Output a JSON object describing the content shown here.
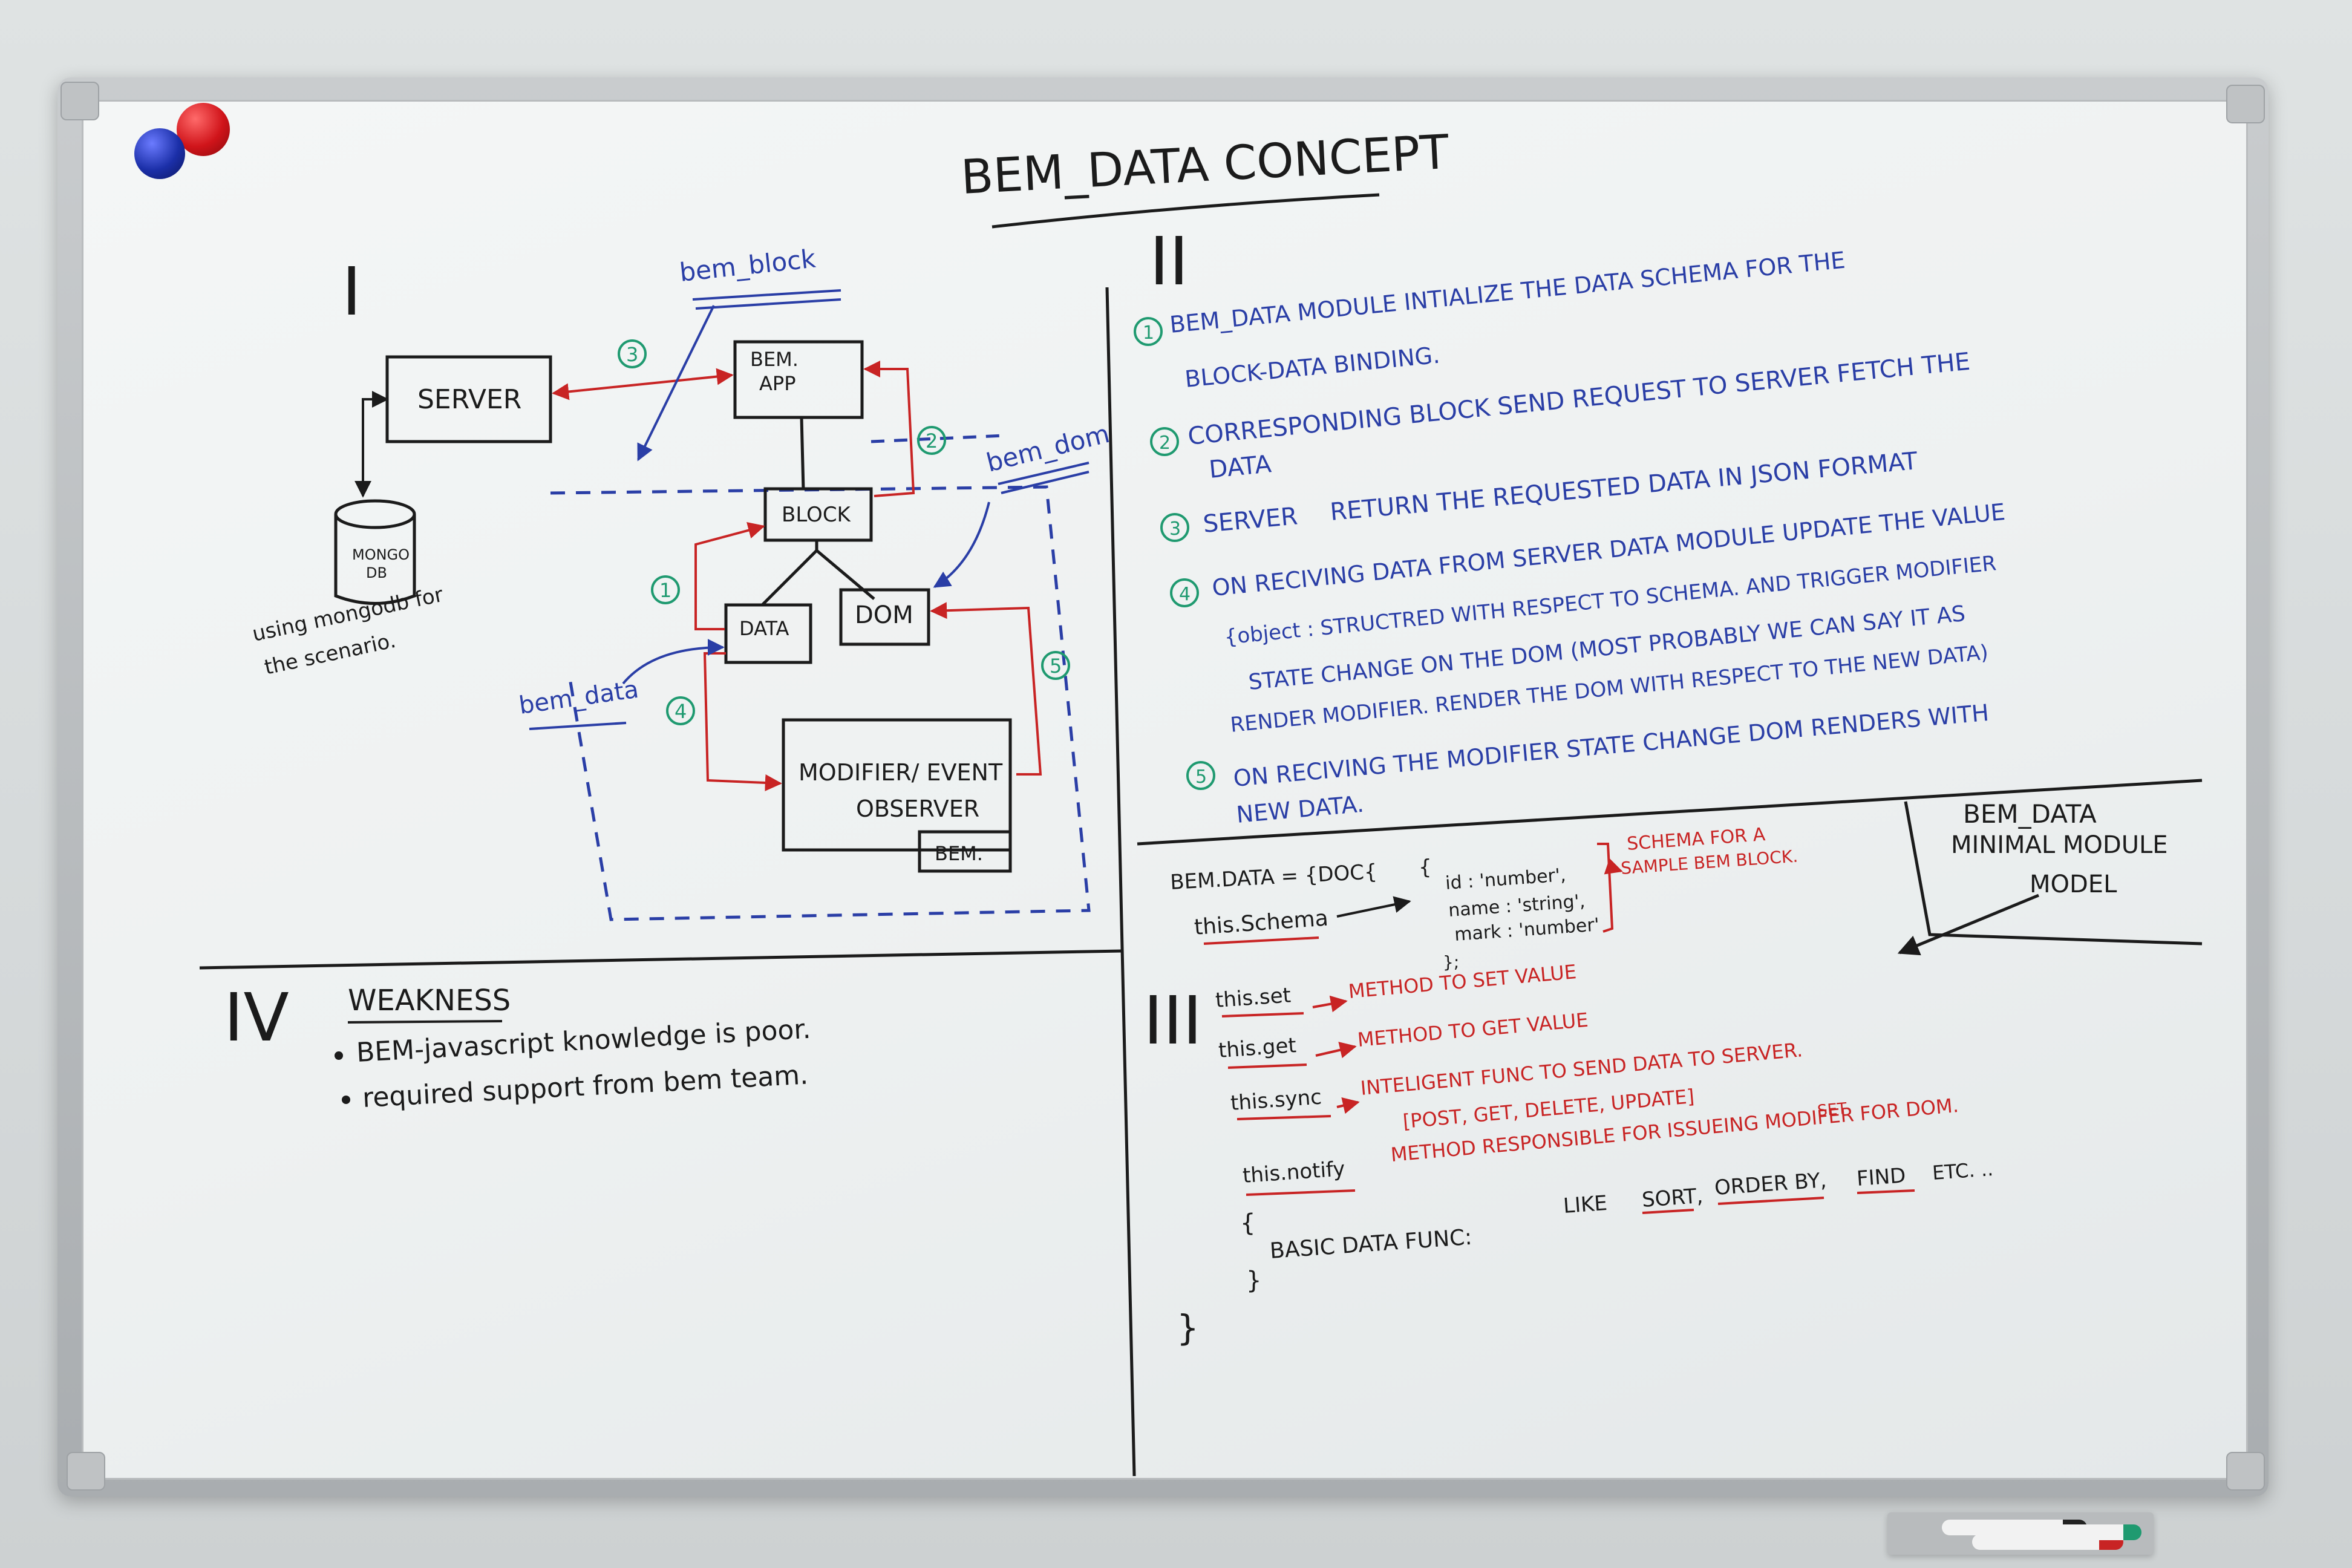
{
  "title": "BEM_DATA CONCEPT",
  "sections": {
    "s1": "I",
    "s2": "II",
    "s3": "III",
    "s4": "IV"
  },
  "diagram": {
    "server": "SERVER",
    "mongo_line1": "MONGO",
    "mongo_line2": "DB",
    "mongo_note_line1": "using mongodb for",
    "mongo_note_line2": "the scenario.",
    "bem_app_line1": "BEM.",
    "bem_app_line2": "APP",
    "block": "BLOCK",
    "data": "DATA",
    "dom": "DOM",
    "modifier_line1": "MODIFIER/ EVENT",
    "modifier_line2": "OBSERVER",
    "bem_tag": "BEM.",
    "label_bem_block": "bem_block",
    "label_bem_dom": "bem_dom",
    "label_bem_data": "bem_data",
    "n1": "1",
    "n2": "2",
    "n3": "3",
    "n4": "4",
    "n5": "5"
  },
  "steps": [
    {
      "num": "1",
      "lines": [
        "BEM_DATA MODULE INTIALIZE THE DATA SCHEMA FOR THE",
        "BLOCK-DATA BINDING."
      ]
    },
    {
      "num": "2",
      "lines": [
        "CORRESPONDING BLOCK SEND REQUEST TO SERVER FETCH THE",
        "DATA"
      ]
    },
    {
      "num": "3",
      "lines_a": "SERVER",
      "lines_b": "RETURN THE REQUESTED DATA IN JSON FORMAT"
    },
    {
      "num": "4",
      "lines": [
        "ON RECIVING DATA FROM SERVER DATA MODULE UPDATE THE VALUE",
        "{object : STRUCTRED WITH RESPECT TO SCHEMA. AND TRIGGER MODIFIER",
        "STATE CHANGE ON THE DOM (MOST PROBABLY WE CAN SAY IT AS",
        "RENDER MODIFIER. RENDER THE DOM WITH RESPECT TO THE NEW DATA)"
      ]
    },
    {
      "num": "5",
      "lines": [
        "ON RECIVING THE MODIFIER STATE CHANGE DOM RENDERS WITH",
        "NEW DATA."
      ]
    }
  ],
  "weakness": {
    "heading": "WEAKNESS",
    "items": [
      "BEM-javascript knowledge is poor.",
      "required support from bem team."
    ]
  },
  "model": {
    "decl": "BEM.DATA = {DOC{",
    "brace": "{",
    "schema_key": "this.Schema",
    "schema_field1": "id : 'number',",
    "schema_field2": "name : 'string',",
    "schema_field3": "mark : 'number'",
    "schema_close": "};",
    "schema_note_line1": "SCHEMA FOR A",
    "schema_note_line2": "SAMPLE BEM BLOCK.",
    "box_line1": "BEM_DATA",
    "box_line2": "MINIMAL MODULE",
    "box_line3": "MODEL",
    "set_key": "this.set",
    "set_desc": "METHOD TO SET VALUE",
    "get_key": "this.get",
    "get_desc": "METHOD TO GET VALUE",
    "sync_key": "this.sync",
    "sync_desc": "INTELIGENT FUNC TO SEND DATA TO SERVER.",
    "sync_desc2": "[POST, GET, DELETE, UPDATE]",
    "notify_key": "this.notify",
    "notify_desc": "METHOD RESPONSIBLE FOR ISSUEING MODIFER FOR DOM.",
    "notify_set": "SET",
    "basic_open": "{",
    "basic_label": "BASIC DATA FUNC:",
    "basic_like": "LIKE",
    "basic_sort": "SORT,",
    "basic_orderby": "ORDER BY,",
    "basic_find": "FIND",
    "basic_etc": "ETC. ..",
    "basic_close": "}",
    "final_close": "}"
  },
  "colors": {
    "black_ink": "#1b1b1b",
    "blue_ink": "#2a3ea6",
    "red_ink": "#c82424",
    "green_ink": "#1f9a70",
    "magnet_red": "#d0141a",
    "magnet_blue": "#1b2fa8"
  }
}
